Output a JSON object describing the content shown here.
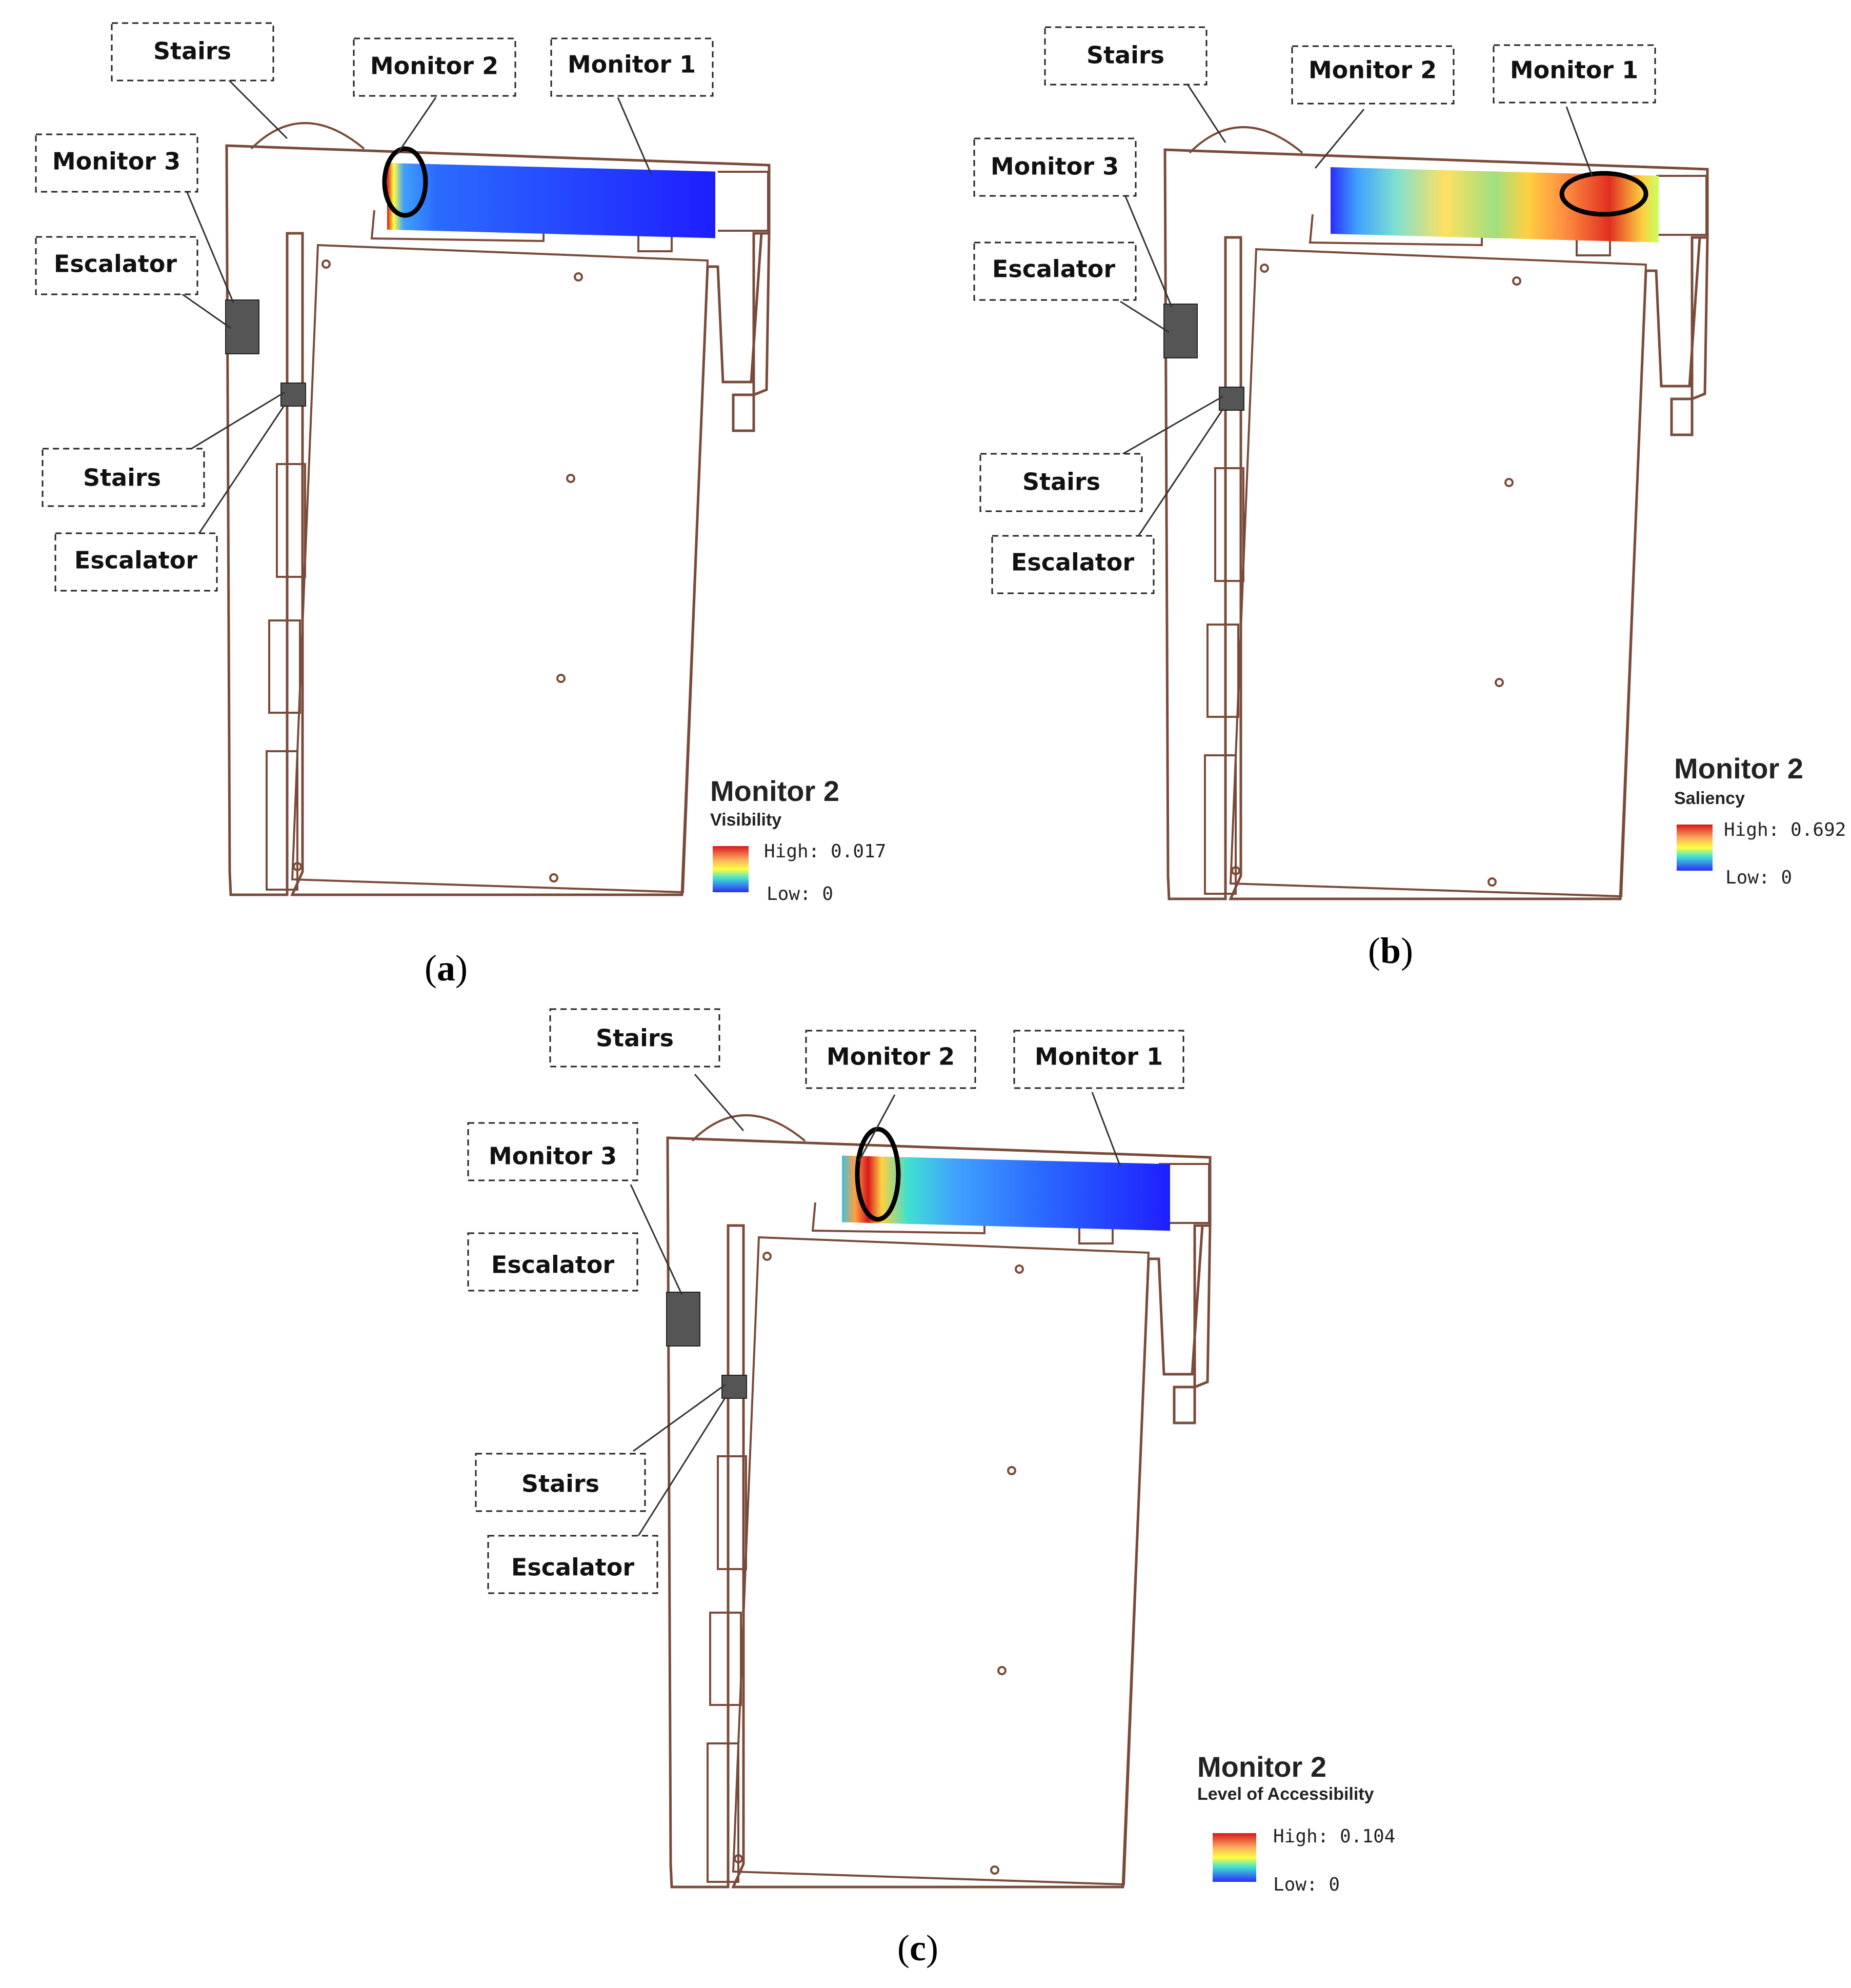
{
  "labels": {
    "stairs": "Stairs",
    "monitor1": "Monitor 1",
    "monitor2": "Monitor 2",
    "monitor3": "Monitor 3",
    "escalator": "Escalator"
  },
  "panels": [
    {
      "label_open": "(",
      "label_letter": "a",
      "label_close": ")",
      "legend": {
        "title": "Monitor 2",
        "subtitle": "Visibility",
        "high": "High: 0.017",
        "low": "Low: 0"
      }
    },
    {
      "label_open": "(",
      "label_letter": "b",
      "label_close": ")",
      "legend": {
        "title": "Monitor 2",
        "subtitle": "Saliency",
        "high": "High: 0.692",
        "low": "Low: 0"
      }
    },
    {
      "label_open": "(",
      "label_letter": "c",
      "label_close": ")",
      "legend": {
        "title": "Monitor 2",
        "subtitle": "Level of Accessibility",
        "high": "High: 0.104",
        "low": "Low: 0"
      }
    }
  ],
  "colors": {
    "plan_outline": "#7a4b3a",
    "ramp_high": "#d7191c",
    "ramp_mid": "#ffff40",
    "ramp_low": "#2b2bff"
  }
}
